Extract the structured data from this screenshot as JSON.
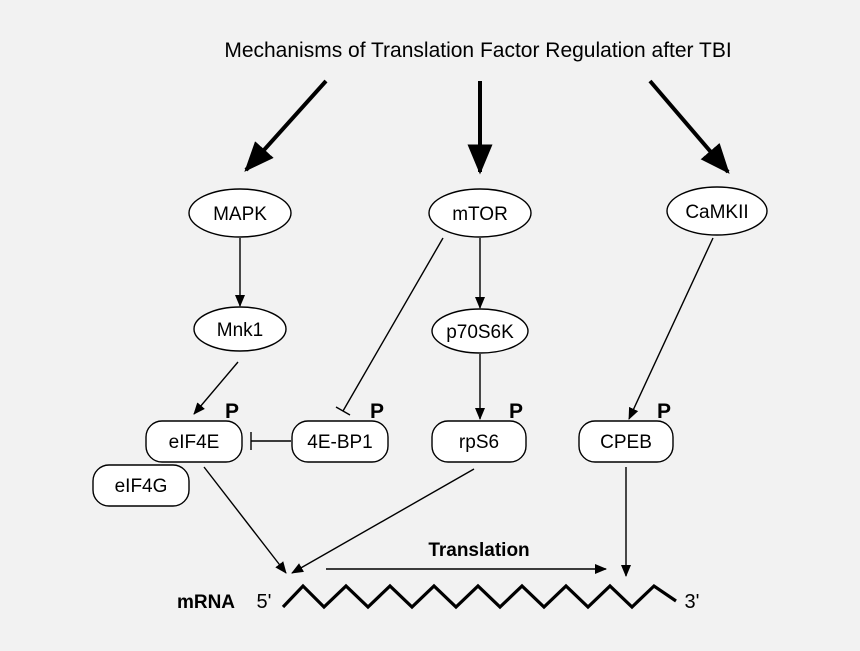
{
  "title": "Mechanisms of Translation Factor Regulation after TBI",
  "nodes": {
    "mapk": "MAPK",
    "mtor": "mTOR",
    "camkii": "CaMKII",
    "mnk1": "Mnk1",
    "p70s6k": "p70S6K",
    "eif4e": "eIF4E",
    "eif4g": "eIF4G",
    "bp1": "4E-BP1",
    "rps6": "rpS6",
    "cpeb": "CPEB"
  },
  "phospho_mark": "P",
  "translation_label": "Translation",
  "mrna": {
    "label": "mRNA",
    "five_prime": "5'",
    "three_prime": "3'"
  }
}
